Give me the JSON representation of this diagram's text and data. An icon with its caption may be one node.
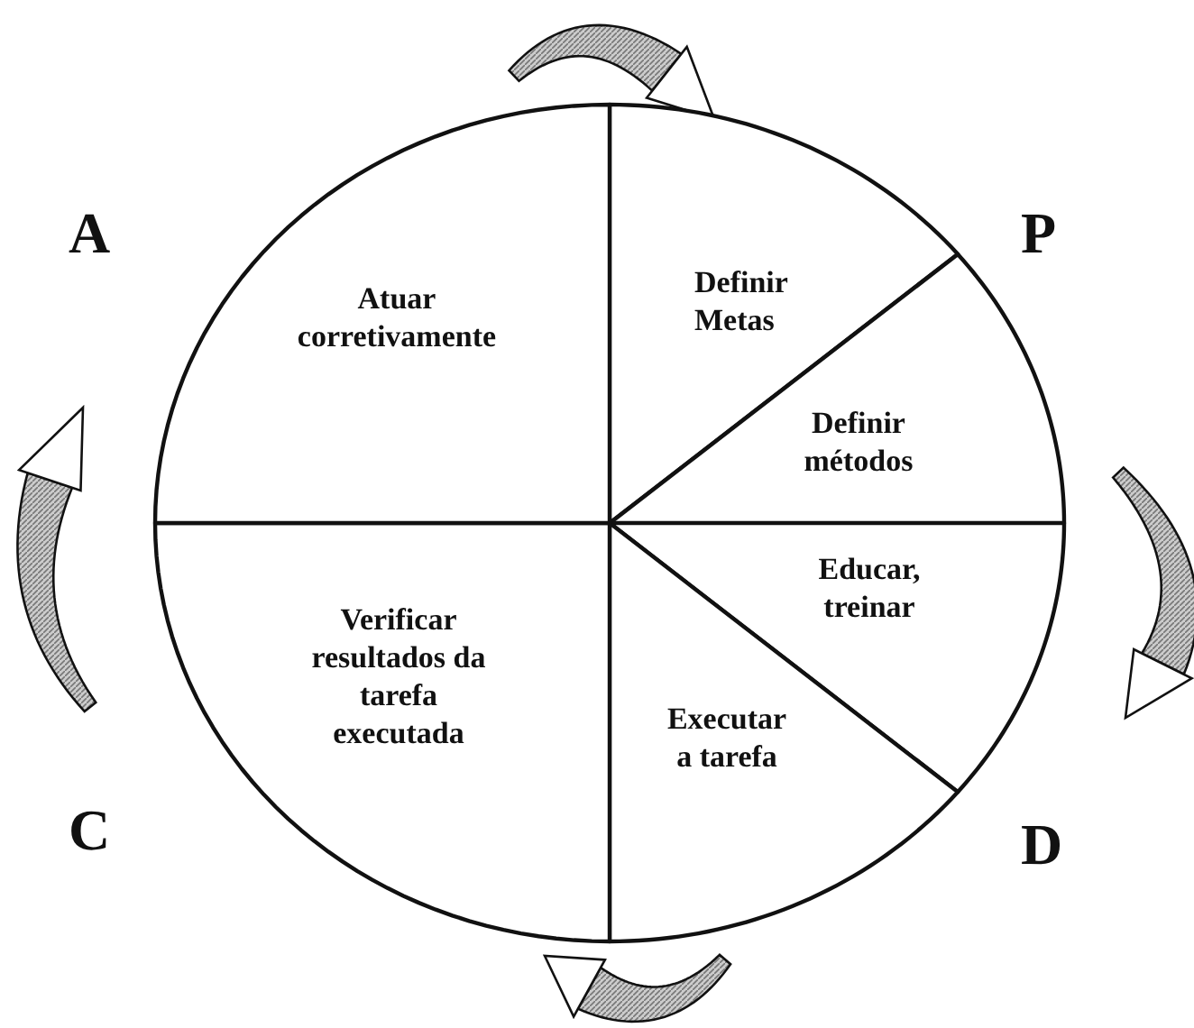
{
  "diagram": {
    "nodes": [
      {
        "text": [
          "Definir Metas"
        ]
      },
      {
        "text": [
          "Definir métodos"
        ]
      },
      {
        "text": [
          "Educar, treinar"
        ]
      },
      {
        "text": [
          "Executar a tarefa"
        ]
      },
      {
        "text": [
          "Verificar resultados da tarefa executada"
        ]
      },
      {
        "text": [
          "Atuar corretivamente"
        ]
      }
    ],
    "labels": [
      "A",
      "P",
      "C",
      "D"
    ]
  }
}
